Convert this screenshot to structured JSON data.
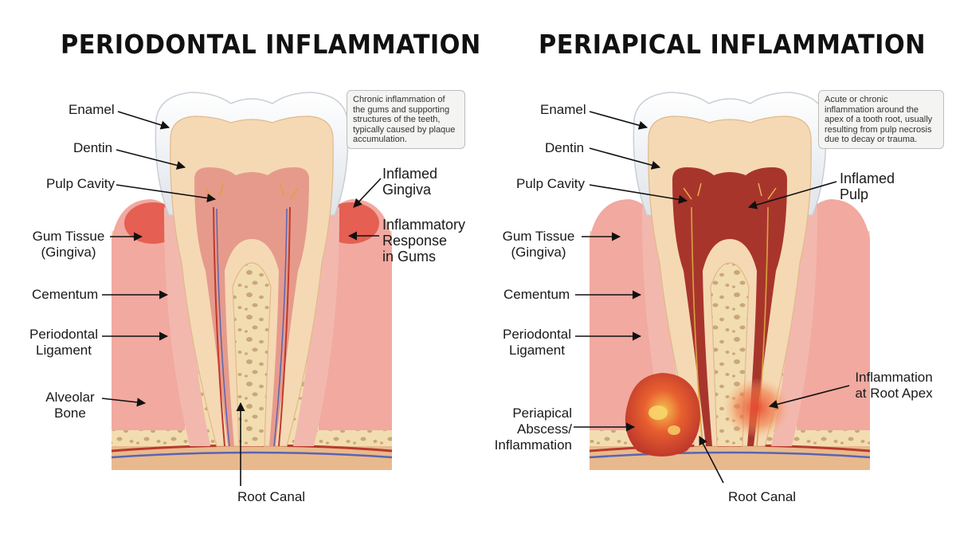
{
  "left_panel": {
    "title": "PERIODONTAL INFLAMMATION",
    "note": "Chronic inflammation of the gums and supporting structures of the teeth, typically caused by plaque accumulation.",
    "labels": {
      "enamel": "Enamel",
      "dentin": "Dentin",
      "pulp_cavity": "Pulp Cavity",
      "gum_tissue": "Gum Tissue\n(Gingiva)",
      "cementum": "Cementum",
      "periodontal_ligament": "Periodontal\nLigament",
      "alveolar_bone": "Alveolar\nBone",
      "inflamed_gingiva": "Inflamed\nGingiva",
      "inflammatory_response": "Inflammatory\nResponse\nin Gums",
      "root_canal": "Root Canal"
    }
  },
  "right_panel": {
    "title": "PERIAPICAL INFLAMMATION",
    "note": "Acute or chronic inflammation around the apex of a tooth root, usually resulting from pulp necrosis due to decay or trauma.",
    "labels": {
      "enamel": "Enamel",
      "dentin": "Dentin",
      "pulp_cavity": "Pulp Cavity",
      "gum_tissue": "Gum Tissue\n(Gingiva)",
      "cementum": "Cementum",
      "periodontal_ligament": "Periodontal\nLigament",
      "periapical_abscess": "Periapical\nAbscess/\nInflammation",
      "inflamed_pulp": "Inflamed\nPulp",
      "inflammation_root_apex": "Inflammation\nat Root Apex",
      "root_canal": "Root Canal"
    }
  },
  "colors": {
    "enamel": "#f7f8fa",
    "dentin": "#f5d9b4",
    "pulp_left": "#e69a8c",
    "pulp_right": "#a8352c",
    "gum": "#f1a9a0",
    "gum_inflamed": "#e0473a",
    "bone": "#f2ddb0",
    "bone_pore": "#c9a77a",
    "abscess": "#e8532f"
  }
}
